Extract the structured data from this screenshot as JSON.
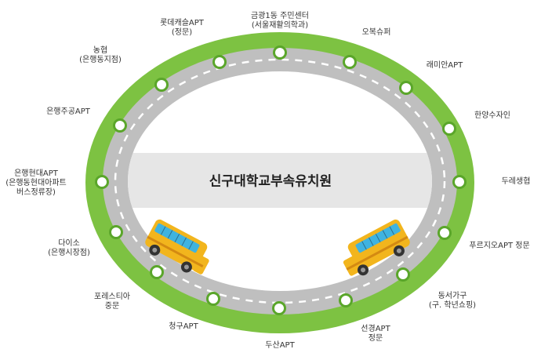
{
  "center_title": "신구대학교부속유치원",
  "stops": [
    {
      "lines": [
        "금광1동 주민센터",
        "(서울재활의학과)"
      ]
    },
    {
      "lines": [
        "오복슈퍼"
      ]
    },
    {
      "lines": [
        "래미안APT"
      ]
    },
    {
      "lines": [
        "한양수자인"
      ]
    },
    {
      "lines": [
        "두레생협"
      ]
    },
    {
      "lines": [
        "푸르지오APT 정문"
      ]
    },
    {
      "lines": [
        "동서가구",
        "(구. 학년쇼핑)"
      ]
    },
    {
      "lines": [
        "선경APT",
        "정문"
      ]
    },
    {
      "lines": [
        "두산APT"
      ]
    },
    {
      "lines": [
        "청구APT"
      ]
    },
    {
      "lines": [
        "포레스티아",
        "중문"
      ]
    },
    {
      "lines": [
        "다이소",
        "(은행시장점)"
      ]
    },
    {
      "lines": [
        "은행현대APT",
        "(은행동현대아파트",
        "버스정류장)"
      ]
    },
    {
      "lines": [
        "은행주공APT"
      ]
    },
    {
      "lines": [
        "농협",
        "(은행동지점)"
      ]
    },
    {
      "lines": [
        "롯데캐슬APT",
        "(정문)"
      ]
    }
  ],
  "colors": {
    "outer_ring": "#7dc242",
    "road": "#bfbfbf",
    "road_dash": "#ffffff",
    "center_band": "#e6e6e6",
    "stop_fill": "#ffffff",
    "stop_stroke": "#5aa62a",
    "bus_body": "#f2b51d",
    "bus_window": "#3fb3e0"
  },
  "icons": [
    "bus-icon",
    "bus-icon"
  ]
}
